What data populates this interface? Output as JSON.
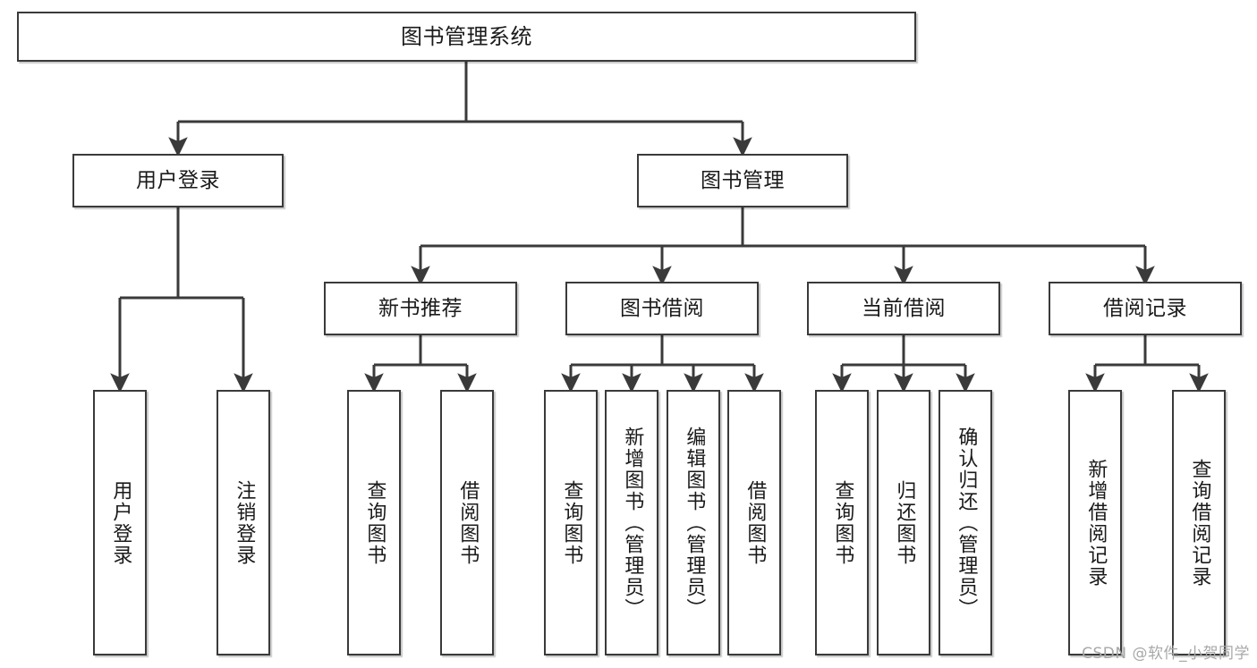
{
  "diagram": {
    "kind": "tree-structure-chart",
    "title": "图书管理系统",
    "watermark": "CSDN @软件_小贺同学",
    "colors": {
      "node_border": "#3a3a3a",
      "node_fill": "#ffffff",
      "edge": "#3a3a3a",
      "text": "#1a1a1a",
      "watermark": "#a8a8a8",
      "background": "#ffffff"
    },
    "nodes": {
      "root": {
        "label": "图书管理系统",
        "level": 0,
        "orientation": "horizontal"
      },
      "user_login": {
        "label": "用户登录",
        "level": 1,
        "orientation": "horizontal"
      },
      "book_manage": {
        "label": "图书管理",
        "level": 1,
        "orientation": "horizontal"
      },
      "new_book_rec": {
        "label": "新书推荐",
        "level": 2,
        "orientation": "horizontal"
      },
      "book_borrow": {
        "label": "图书借阅",
        "level": 2,
        "orientation": "horizontal"
      },
      "current_borrow": {
        "label": "当前借阅",
        "level": 2,
        "orientation": "horizontal"
      },
      "borrow_record": {
        "label": "借阅记录",
        "level": 2,
        "orientation": "horizontal"
      },
      "leaf_user_login": {
        "label": "用户登录",
        "level": 2,
        "orientation": "vertical"
      },
      "leaf_logout": {
        "label": "注销登录",
        "level": 2,
        "orientation": "vertical"
      },
      "leaf_query_book_1": {
        "label": "查询图书",
        "level": 3,
        "orientation": "vertical"
      },
      "leaf_borrow_book_1": {
        "label": "借阅图书",
        "level": 3,
        "orientation": "vertical"
      },
      "leaf_query_book_2": {
        "label": "查询图书",
        "level": 3,
        "orientation": "vertical"
      },
      "leaf_add_book": {
        "label": "新增图书（管理员）",
        "level": 3,
        "orientation": "vertical"
      },
      "leaf_edit_book": {
        "label": "编辑图书（管理员）",
        "level": 3,
        "orientation": "vertical"
      },
      "leaf_borrow_book_2": {
        "label": "借阅图书",
        "level": 3,
        "orientation": "vertical"
      },
      "leaf_query_book_3": {
        "label": "查询图书",
        "level": 3,
        "orientation": "vertical"
      },
      "leaf_return_book": {
        "label": "归还图书",
        "level": 3,
        "orientation": "vertical"
      },
      "leaf_confirm_return": {
        "label": "确认归还（管理员）",
        "level": 3,
        "orientation": "vertical"
      },
      "leaf_add_record": {
        "label": "新增借阅记录",
        "level": 3,
        "orientation": "vertical"
      },
      "leaf_query_record": {
        "label": "查询借阅记录",
        "level": 3,
        "orientation": "vertical"
      }
    },
    "edges": [
      {
        "from": "root",
        "to": "user_login"
      },
      {
        "from": "root",
        "to": "book_manage"
      },
      {
        "from": "user_login",
        "to": "leaf_user_login"
      },
      {
        "from": "user_login",
        "to": "leaf_logout"
      },
      {
        "from": "book_manage",
        "to": "new_book_rec"
      },
      {
        "from": "book_manage",
        "to": "book_borrow"
      },
      {
        "from": "book_manage",
        "to": "current_borrow"
      },
      {
        "from": "book_manage",
        "to": "borrow_record"
      },
      {
        "from": "new_book_rec",
        "to": "leaf_query_book_1"
      },
      {
        "from": "new_book_rec",
        "to": "leaf_borrow_book_1"
      },
      {
        "from": "book_borrow",
        "to": "leaf_query_book_2"
      },
      {
        "from": "book_borrow",
        "to": "leaf_add_book"
      },
      {
        "from": "book_borrow",
        "to": "leaf_edit_book"
      },
      {
        "from": "book_borrow",
        "to": "leaf_borrow_book_2"
      },
      {
        "from": "current_borrow",
        "to": "leaf_query_book_3"
      },
      {
        "from": "current_borrow",
        "to": "leaf_return_book"
      },
      {
        "from": "current_borrow",
        "to": "leaf_confirm_return"
      },
      {
        "from": "borrow_record",
        "to": "leaf_add_record"
      },
      {
        "from": "borrow_record",
        "to": "leaf_query_record"
      }
    ]
  }
}
